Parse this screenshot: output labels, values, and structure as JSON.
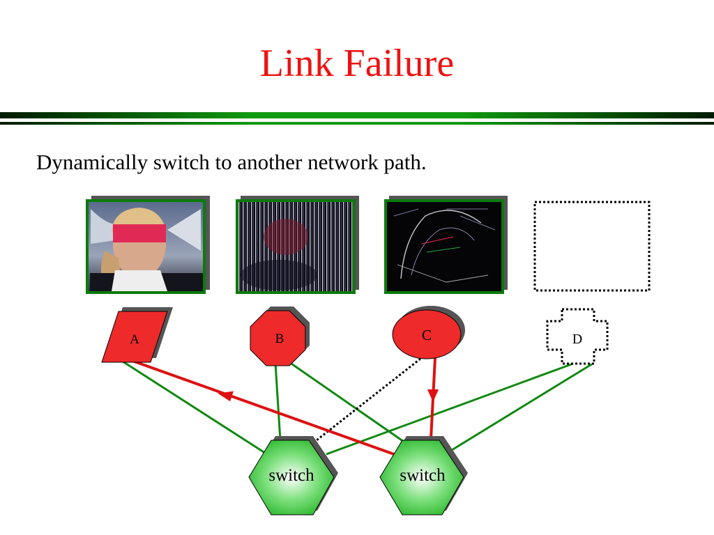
{
  "slide": {
    "title": "Link Failure",
    "subtitle": "Dynamically switch to another network path."
  },
  "nodes": {
    "a": "A",
    "b": "B",
    "c": "C",
    "d": "D",
    "switch_left": "switch",
    "switch_right": "switch"
  },
  "colors": {
    "title": "#ee1111",
    "node_red": "#ee2a2a",
    "switch_green": "#44cc44",
    "link_green": "#118811",
    "active_red": "#dd1111",
    "rule_dark": "#003300",
    "rule_green": "#119911"
  }
}
